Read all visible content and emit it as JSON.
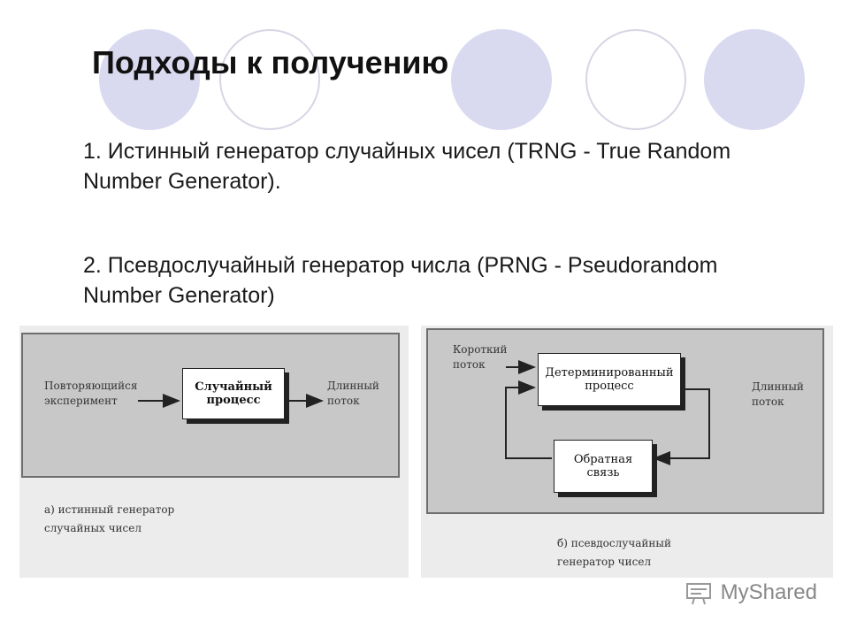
{
  "slide": {
    "title": "Подходы к получению",
    "items": [
      "1. Истинный генератор случайных чисел (TRNG - True Random Number Generator).",
      "2. Псевдослучайный генератор числа (PRNG - Pseudorandom Number Generator)"
    ]
  },
  "diagram_a": {
    "input_label": "Повторяющийся\nэксперимент",
    "block_label": "Случайный\nпроцесс",
    "output_label": "Длинный\nпоток",
    "caption": "а) истинный генератор\nслучайных чисел"
  },
  "diagram_b": {
    "input_label": "Короткий\nпоток",
    "block_top_label": "Детерминированный\nпроцесс",
    "block_bottom_label": "Обратная\nсвязь",
    "output_label": "Длинный\nпоток",
    "caption": "б) псевдослучайный\nгенератор чисел"
  },
  "watermark": {
    "text": "MyShared"
  },
  "colors": {
    "circle_fill": "#d9d9f0",
    "circle_ring": "#d6d6e4",
    "diagram_bg": "#c8c8c8"
  }
}
